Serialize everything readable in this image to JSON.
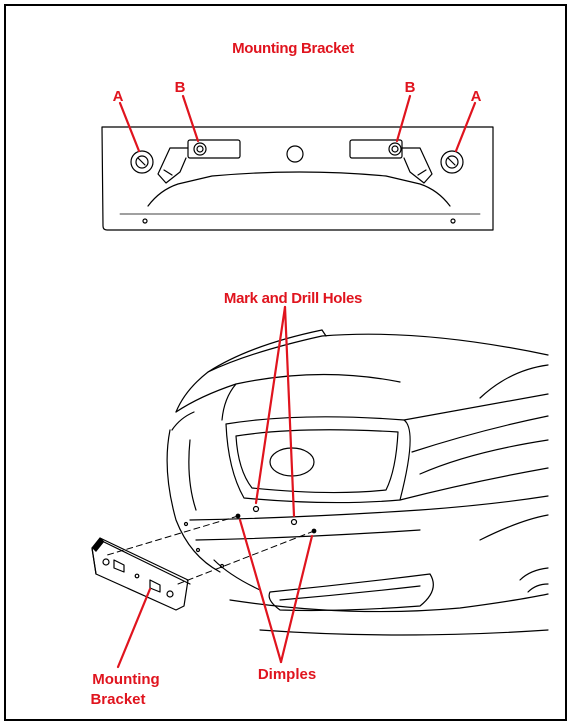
{
  "labels": {
    "top_title": "Mounting Bracket",
    "callout_a": "A",
    "callout_b": "B",
    "drill_holes": "Mark and Drill Holes",
    "dimples": "Dimples",
    "bottom_bracket_line1": "Mounting",
    "bottom_bracket_line2": "Bracket"
  },
  "colors": {
    "label": "#e0141e",
    "line": "#000000",
    "background": "#ffffff"
  }
}
